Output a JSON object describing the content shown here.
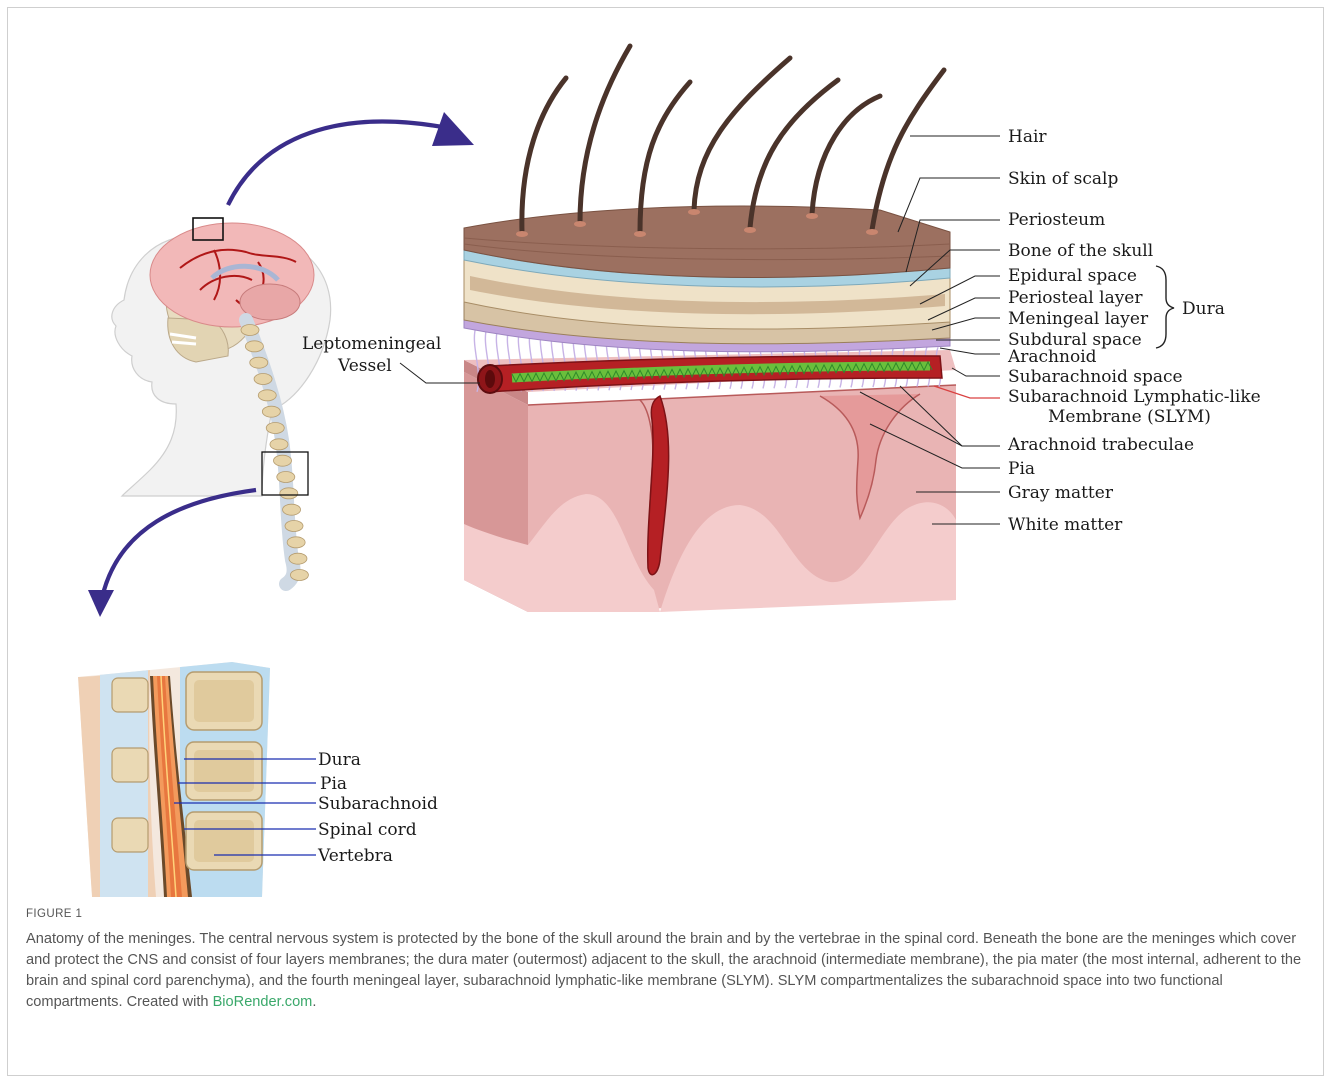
{
  "figure": {
    "labels": {
      "hair": "Hair",
      "skin": "Skin of scalp",
      "periosteum": "Periosteum",
      "bone": "Bone of the skull",
      "epidural": "Epidural space",
      "periosteal": "Periosteal layer",
      "meningeal": "Meningeal layer",
      "subdural": "Subdural space",
      "dura_group": "Dura",
      "arachnoid": "Arachnoid",
      "subarachnoid_space": "Subarachnoid space",
      "slym_line1": "Subarachnoid Lymphatic-like",
      "slym_line2": "Membrane (SLYM)",
      "trabeculae": "Arachnoid trabeculae",
      "pia": "Pia",
      "gray": "Gray matter",
      "white": "White matter",
      "vessel_line1": "Leptomeningeal",
      "vessel_line2": "Vessel"
    },
    "spine_labels": {
      "dura": "Dura",
      "pia": "Pia",
      "subarachnoid": "Subarachnoid",
      "spinal_cord": "Spinal cord",
      "vertebra": "Vertebra"
    },
    "colors": {
      "arrow": "#3a2d8a",
      "slym_leader": "#d94040",
      "spine_leader": "#1a2fb0",
      "link": "#3aa86a"
    }
  },
  "caption": {
    "heading": "FIGURE 1",
    "text": "Anatomy of the meninges. The central nervous system is protected by the bone of the skull around the brain and by the vertebrae in the spinal cord. Beneath the bone are the meninges which cover and protect the CNS and consist of four layers membranes; the dura mater (outermost) adjacent to the skull, the arachnoid (intermediate membrane), the pia mater (the most internal, adherent to the brain and spinal cord parenchyma), and the fourth meningeal layer, subarachnoid lymphatic-like membrane (SLYM). SLYM compartmentalizes the subarachnoid space into two functional compartments. Created with ",
    "link": "BioRender.com",
    "end": "."
  }
}
